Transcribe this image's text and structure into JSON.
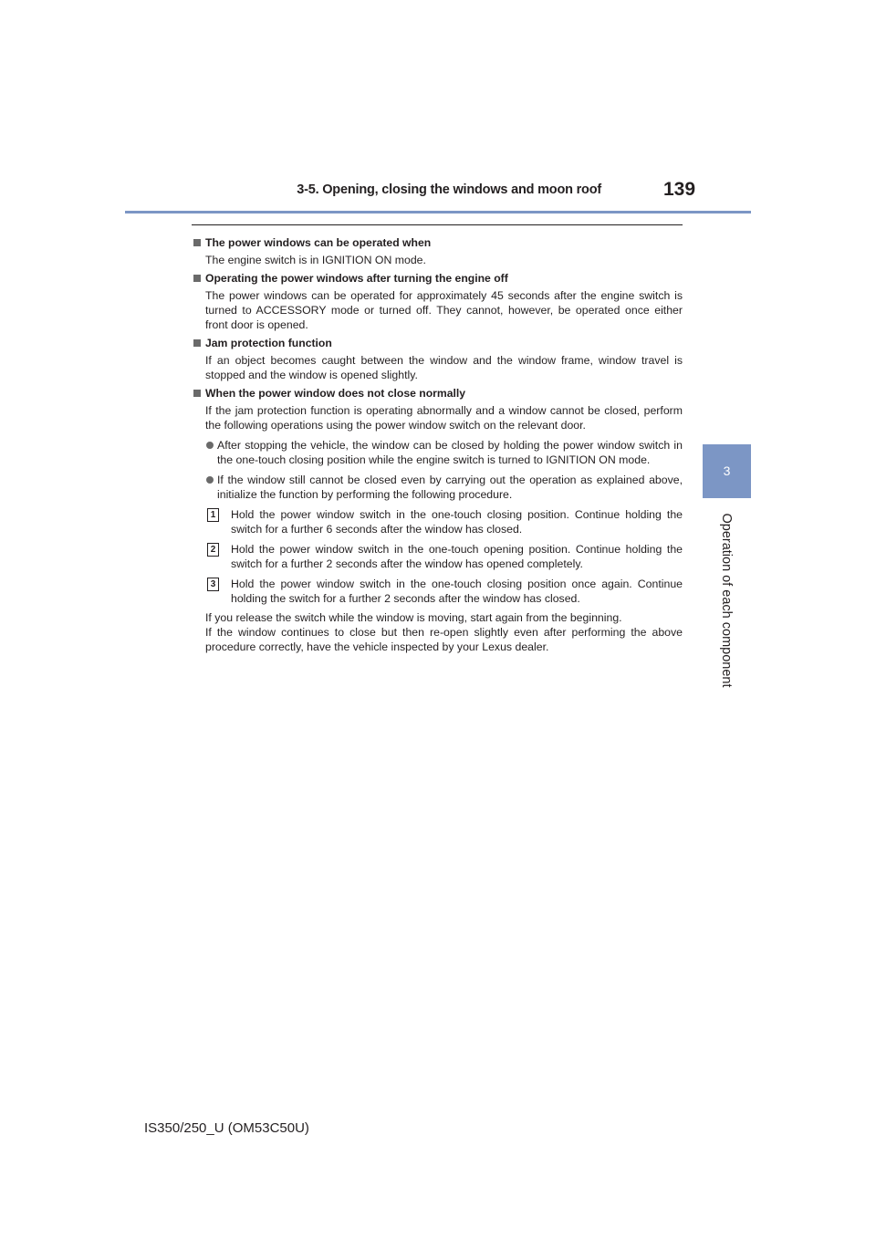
{
  "header": {
    "title": "3-5. Opening, closing the windows and moon roof",
    "page_number": "139"
  },
  "side_tab": {
    "chapter_number": "3",
    "chapter_title": "Operation of each component"
  },
  "sections": [
    {
      "heading": "The power windows can be operated when",
      "body": "The engine switch is in IGNITION ON mode."
    },
    {
      "heading": "Operating the power windows after turning the engine off",
      "body": "The power windows can be operated for approximately 45 seconds after the engine switch is turned to ACCESSORY mode or turned off. They cannot, however, be operated once either front door is opened."
    },
    {
      "heading": "Jam protection function",
      "body": "If an object becomes caught between the window and the window frame, window travel is stopped and the window is opened slightly."
    },
    {
      "heading": "When the power window does not close normally",
      "body": "If the jam protection function is operating abnormally and a window cannot be closed, perform the following operations using the power window switch on the relevant door."
    }
  ],
  "bullets": [
    "After stopping the vehicle, the window can be closed by holding the power window switch in the one-touch closing position while the engine switch is turned to IGNITION ON mode.",
    "If the window still cannot be closed even by carrying out the operation as explained above, initialize the function by performing the following procedure."
  ],
  "steps": [
    {
      "num": "1",
      "text": "Hold the power window switch in the one-touch closing position. Continue holding the switch for a further 6 seconds after the window has closed."
    },
    {
      "num": "2",
      "text": "Hold the power window switch in the one-touch opening position. Continue holding the switch for a further 2 seconds after the window has opened completely."
    },
    {
      "num": "3",
      "text": "Hold the power window switch in the one-touch closing position once again. Continue holding the switch for a further 2 seconds after the window has closed."
    }
  ],
  "closing": [
    "If you release the switch while the window is moving, start again from the beginning.",
    "If the window continues to close but then re-open slightly even after performing the above procedure correctly, have the vehicle inspected by your Lexus dealer."
  ],
  "footer": {
    "model_code": "IS350/250_U (OM53C50U)"
  }
}
